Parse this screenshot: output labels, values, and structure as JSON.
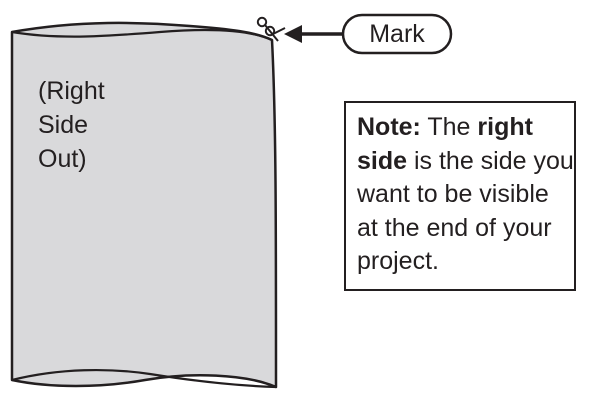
{
  "fabric": {
    "label_lines": [
      "(Right",
      "Side",
      "Out)"
    ]
  },
  "mark": {
    "label": "Mark",
    "icon": "scissors-icon"
  },
  "note": {
    "lead": "Note:",
    "text_1": " The ",
    "bold_1": "right",
    "bold_2": "side",
    "text_2": " is the side you want to be visible at the end of your project."
  },
  "colors": {
    "fabric_fill": "#d9d9db",
    "stroke": "#231f20"
  }
}
